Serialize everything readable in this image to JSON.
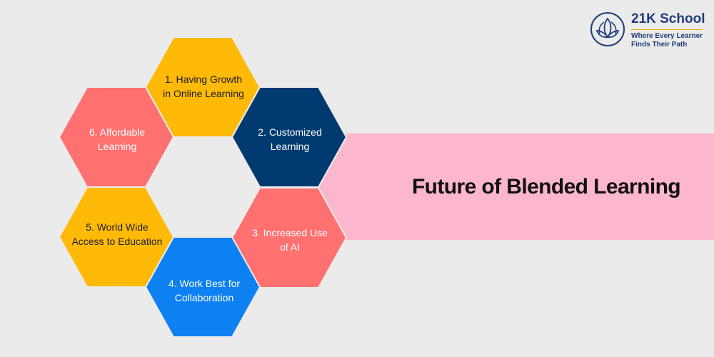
{
  "logo": {
    "name": "21K School",
    "tagline_line1": "Where Every Learner",
    "tagline_line2": "Finds Their Path"
  },
  "banner": {
    "title": "Future of Blended Learning"
  },
  "hexagons": [
    {
      "line1": "1. Having Growth",
      "line2": "in Online Learning",
      "color": "#ffba08"
    },
    {
      "line1": "2. Customized",
      "line2": "Learning",
      "color": "#003a70"
    },
    {
      "line1": "3. Increased Use",
      "line2": "of AI",
      "color": "#ff7070"
    },
    {
      "line1": "4. Work Best for",
      "line2": "Collaboration",
      "color": "#0d80f2"
    },
    {
      "line1": "5. World Wide",
      "line2": "Access to Education",
      "color": "#ffba08"
    },
    {
      "line1": "6. Affordable",
      "line2": "Learning",
      "color": "#ff7070"
    }
  ]
}
